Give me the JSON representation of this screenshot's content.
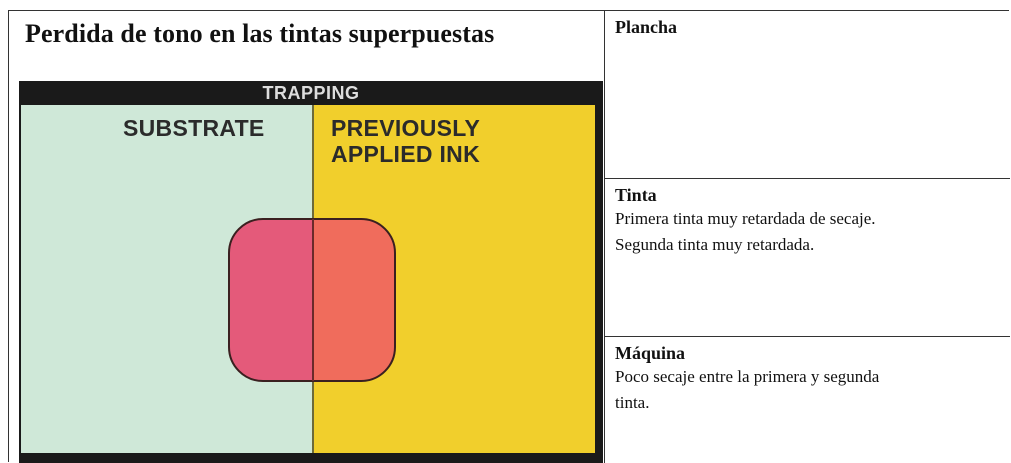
{
  "document": {
    "title": "Perdida de tono en las tintas superpuestas"
  },
  "figure": {
    "caption": "TRAPPING",
    "substrate_label": "SUBSTRATE",
    "ink_label": "PREVIOUSLY APPLIED INK",
    "colors": {
      "substrate": "#cfe8d8",
      "previously_applied_ink": "#f1cf2c",
      "second_ink_on_substrate": "#e45a7a",
      "second_ink_on_ink": "#f06c5c"
    }
  },
  "sections": {
    "plancha": {
      "heading": "Plancha",
      "text": ""
    },
    "tinta": {
      "heading": "Tinta",
      "line1": "Primera tinta muy retardada de secaje.",
      "line2": "Segunda tinta muy retardada."
    },
    "maquina": {
      "heading": "Máquina",
      "line1": "Poco secaje entre la primera y segunda",
      "line2": "tinta."
    }
  }
}
